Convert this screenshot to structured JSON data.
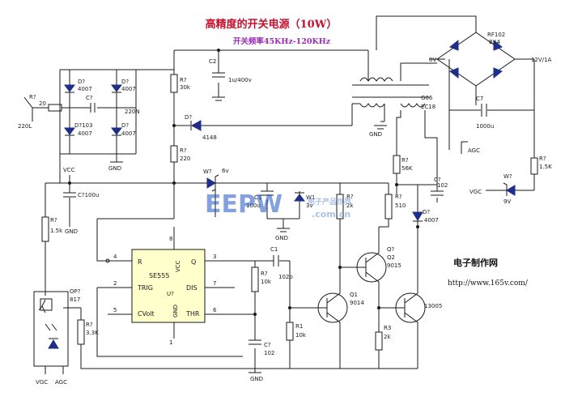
{
  "title": "高精度的开关电源（10W）",
  "subtitle": "开关频率45KHz-120KHz",
  "site_name": "电子制作网",
  "site_url": "http://www.165v.com/",
  "watermark": {
    "logo": "EEPW",
    "text": "电子产品世界",
    "domain": ".com.cn"
  },
  "colors": {
    "title": "#c8102e",
    "subtitle": "#9b2bb5",
    "diode": "#1d2f8a",
    "ic_fill": "#ffffcc"
  },
  "labels": {
    "r_input": "R?",
    "r_input_val": "20",
    "r_input_v": "220L",
    "d1": "D?",
    "d1v": "4007",
    "d2": "D?",
    "d2v": "4007",
    "d3": "D?103",
    "d3v": "4007",
    "d4": "D?",
    "d4v": "4007",
    "c_input": "C?",
    "c_input_n": "220N",
    "gnd1": "GND",
    "r30k": "R?",
    "r30k_v": "30k",
    "c2": "C2",
    "c2v": "1u/400v",
    "d_4148": "D?",
    "d_4148_v": "4148",
    "r220": "R?",
    "r220_v": "220",
    "wz": "W?",
    "wz_v": "6v",
    "vcc": "VCC",
    "c100u": "C?100u",
    "gnd2": "GND",
    "r15k": "R?",
    "r15k_v": "1.5k",
    "ic_name": "SE555",
    "ic_ref": "U?",
    "pin_r": "R",
    "pin_vcc": "VCC",
    "pin_q": "Q",
    "pin_trig": "TRIG",
    "pin_dis": "DIS",
    "pin_cvolt": "CVolt",
    "pin_gnd": "GND",
    "pin_thr": "THR",
    "p4": "4",
    "p8": "8",
    "p3": "3",
    "p2": "2",
    "p7": "7",
    "p5": "5",
    "p1": "1",
    "p6": "6",
    "op": "OP?",
    "op_v": "817",
    "vgc_bottom": "VGC",
    "agc_bottom": "AGC",
    "r33k": "R?",
    "r33k_v": "3.3K",
    "c1": "C1",
    "c1v": "100u",
    "w1": "W1",
    "w1v": "3v",
    "gnd3": "GND",
    "r2k": "R?",
    "r2k_v": "2k",
    "r510": "R?",
    "r510_v": "510",
    "c_102p": "C1",
    "c_102p_v": "102p",
    "r10k": "R?",
    "r10k_v": "10k",
    "c102b": "C?",
    "c102b_v": "102",
    "gnd4": "GND",
    "r1": "R1",
    "r1v": "10k",
    "q1": "Q1",
    "q1v": "9014",
    "q2": "Q?",
    "q2b": "Q2",
    "q2v": "9015",
    "r3": "R3",
    "r3v": "2k",
    "q3v": "13005",
    "r56k": "R?",
    "r56k_v": "56K",
    "c102": "C?",
    "c102v": "102",
    "d4007b": "D?",
    "d4007b_v": "4007",
    "g06": "G06",
    "ec18": "EC18",
    "gnd5": "GND",
    "v0": "0V",
    "rf": "RF102",
    "bx": "BX4",
    "out": "12V/1A",
    "c7": "C7",
    "c7v": "1000u",
    "agc": "AGC",
    "r15kb": "R?",
    "r15kb_v": "1.5K",
    "w7": "W?",
    "w7v": "9V",
    "vgc": "VGC"
  }
}
